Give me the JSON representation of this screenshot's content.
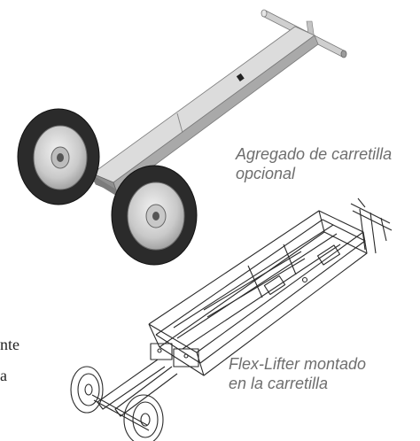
{
  "captions": {
    "cart": {
      "line1": "Agregado de carretilla",
      "line2": "opcional"
    },
    "mounted": {
      "line1": "Flex-Lifter montado",
      "line2": "en la carretilla"
    }
  },
  "cropped_text": {
    "line1": "nte",
    "line2": "a"
  },
  "illustrations": {
    "cart": "cart-attachment-drawing",
    "mounted": "flex-lifter-on-cart-drawing"
  }
}
